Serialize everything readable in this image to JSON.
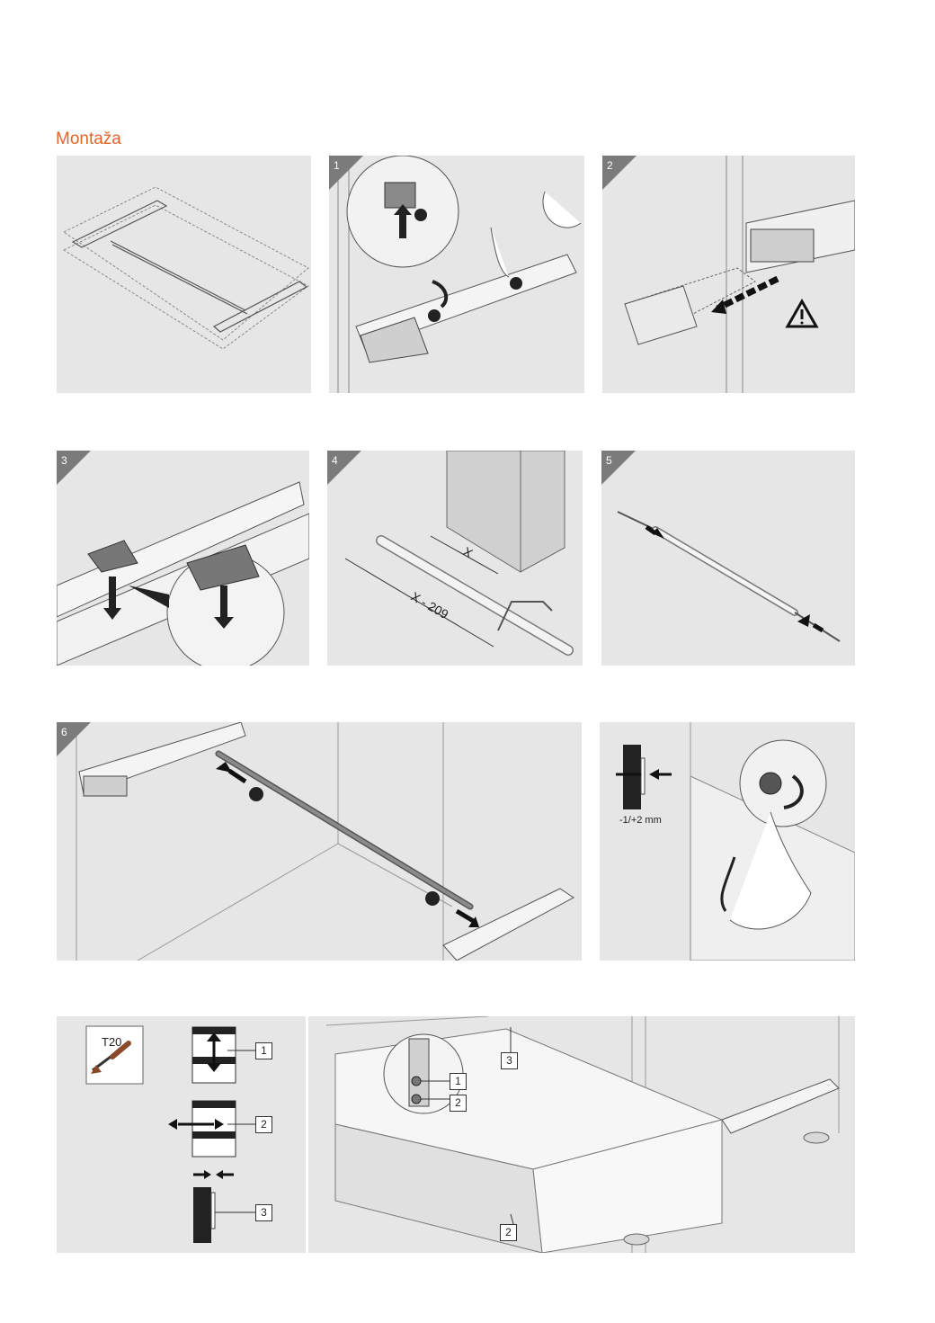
{
  "heading": "Montaža",
  "steps": {
    "s1": "1",
    "s2": "2",
    "s3": "3",
    "s4": "4",
    "s5": "5",
    "s6": "6"
  },
  "callouts": {
    "c1": "1",
    "c2": "2",
    "c3": "3"
  },
  "dimension": {
    "x": "X",
    "x_minus": "X - 209"
  },
  "adjust_range": "-1/+2 mm",
  "tool": "T20",
  "adjust_labels": [
    "1",
    "2",
    "3"
  ],
  "colors": {
    "heading": "#e2652a",
    "panel": "#e6e6e6",
    "corner": "#7b7b7b"
  }
}
